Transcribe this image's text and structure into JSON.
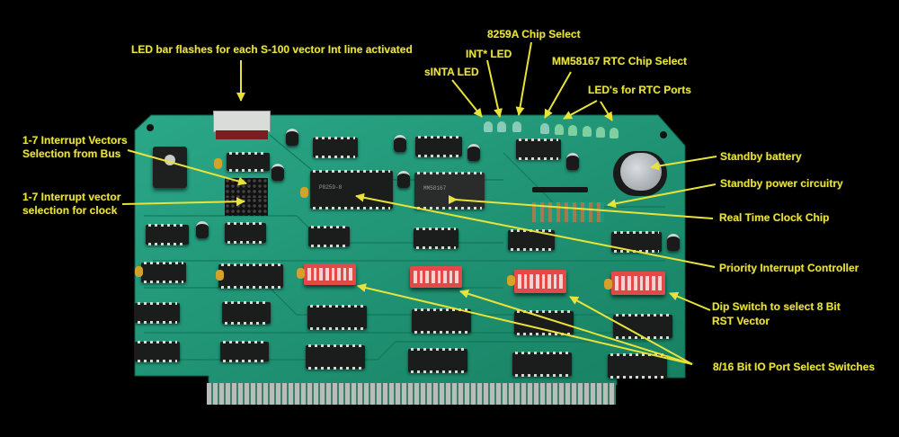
{
  "image": {
    "subject": "S-100 bus interrupt controller / real time clock circuit board",
    "background_color": "#000000",
    "board_color": "#1f9a7a",
    "label_color": "#e8e23a"
  },
  "annotations": {
    "led_bar": "LED bar flashes for each S-100 vector Int line activated",
    "chip_select_8259a": "8259A Chip Select",
    "int_led": "INT* LED",
    "sinta_led": "sINTA LED",
    "rtc_chip_select": "MM58167 RTC Chip Select",
    "rtc_port_leds": "LED's for RTC Ports",
    "vectors_from_bus_line1": "1-7 Interrupt Vectors",
    "vectors_from_bus_line2": "Selection from Bus",
    "vector_clock_line1": "1-7 Interrupt vector",
    "vector_clock_line2": "selection for clock",
    "standby_battery": "Standby battery",
    "standby_power": "Standby power circuitry",
    "rtc_chip": "Real Time Clock Chip",
    "pic": "Priority Interrupt Controller",
    "dip_rst_line1": "Dip Switch to select 8 Bit",
    "dip_rst_line2": "RST Vector",
    "io_port_switches": "8/16 Bit IO Port Select Switches"
  },
  "chip_markings": {
    "pic_chip": "P8259-8",
    "rtc_chip": "MM58167"
  }
}
